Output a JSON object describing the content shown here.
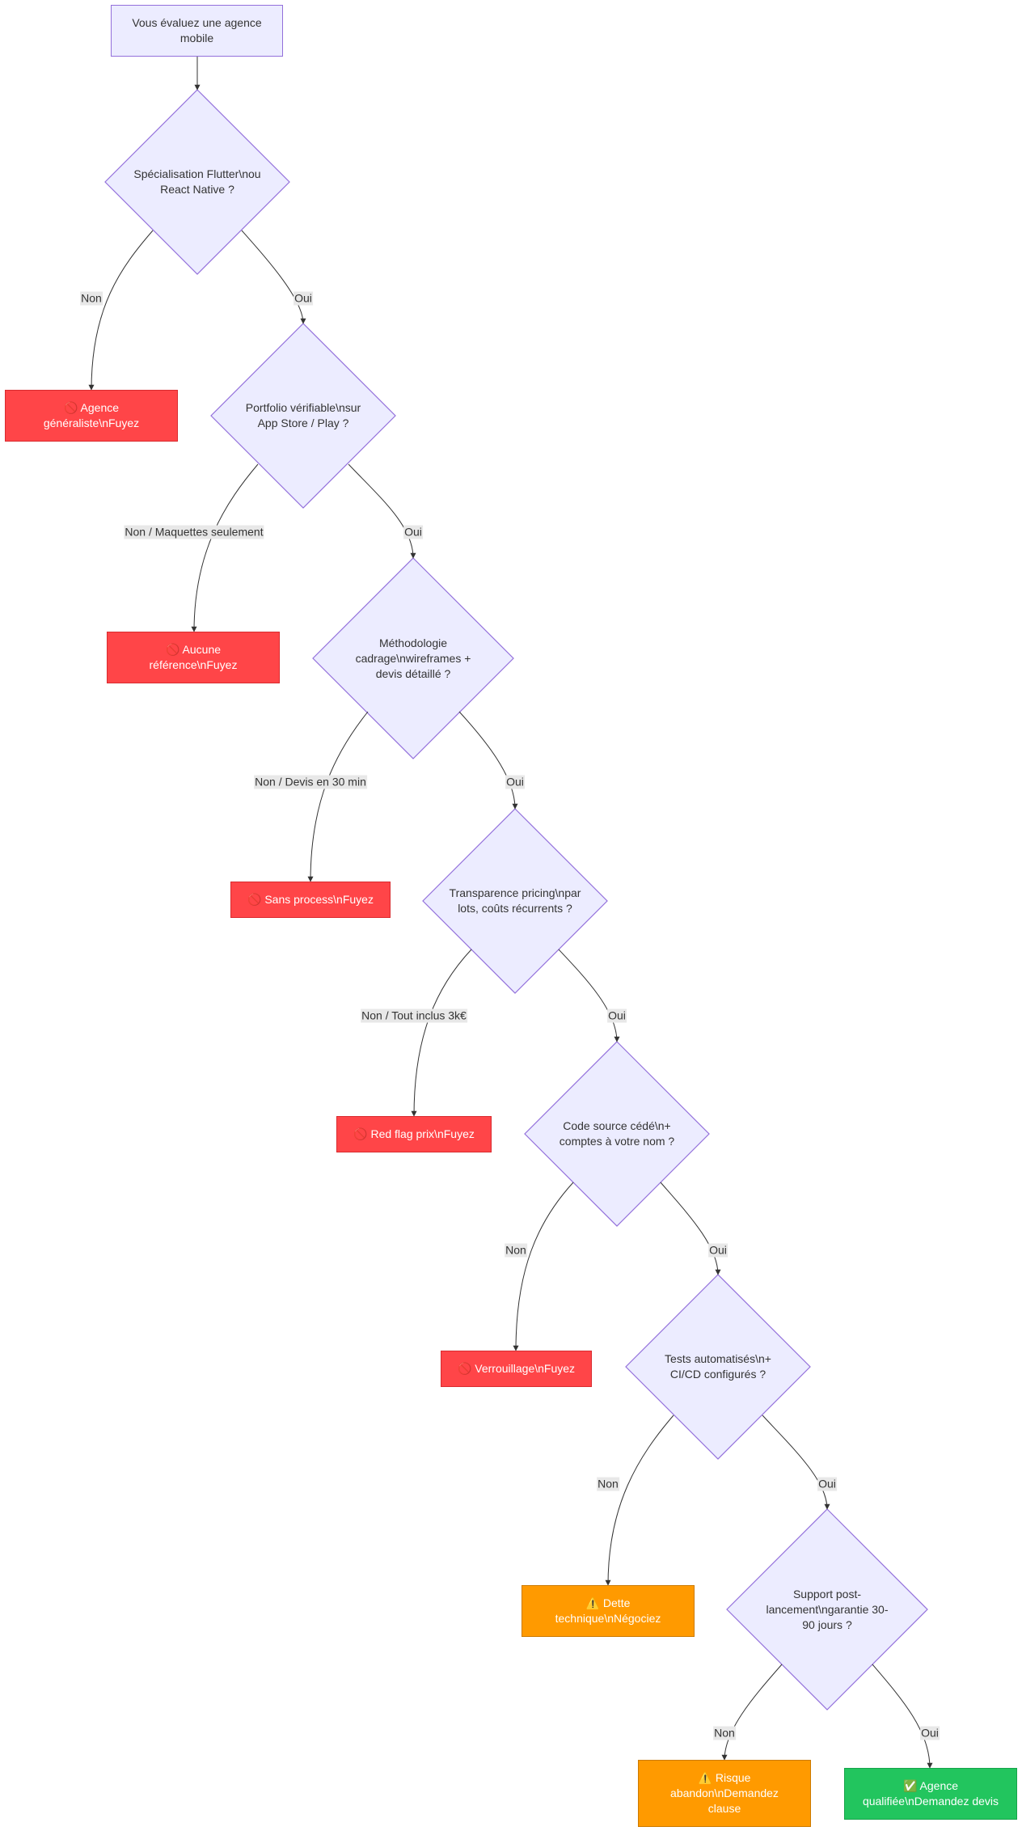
{
  "start": "Vous évaluez une agence mobile",
  "decisions": {
    "d1": "Spécialisation Flutter\\nou React Native ?",
    "d2": "Portfolio vérifiable\\nsur App Store / Play ?",
    "d3": "Méthodologie cadrage\\nwireframes + devis détaillé ?",
    "d4": "Transparence pricing\\npar lots, coûts récurrents ?",
    "d5": "Code source cédé\\n+ comptes à votre nom ?",
    "d6": "Tests automatisés\\n+ CI/CD configurés ?",
    "d7": "Support post-lancement\\ngarantie 30-90 jours ?"
  },
  "outcomes": {
    "o1": "🚫 Agence généraliste\\nFuyez",
    "o2": "🚫 Aucune référence\\nFuyez",
    "o3": "🚫 Sans process\\nFuyez",
    "o4": "🚫 Red flag prix\\nFuyez",
    "o5": "🚫 Verrouillage\\nFuyez",
    "o6": "⚠️ Dette technique\\nNégociez",
    "o7": "⚠️ Risque abandon\\nDemandez clause",
    "o8": "✅ Agence qualifiée\\nDemandez devis"
  },
  "edge_labels": {
    "e1_no": "Non",
    "e1_yes": "Oui",
    "e2_no": "Non / Maquettes seulement",
    "e2_yes": "Oui",
    "e3_no": "Non / Devis en 30 min",
    "e3_yes": "Oui",
    "e4_no": "Non / Tout inclus 3k€",
    "e4_yes": "Oui",
    "e5_no": "Non",
    "e5_yes": "Oui",
    "e6_no": "Non",
    "e6_yes": "Oui",
    "e7_no": "Non",
    "e7_yes": "Oui"
  },
  "colors": {
    "node_fill": "#ececff",
    "node_stroke": "#9370db",
    "red": "#ff4548",
    "orange": "#ff9a00",
    "green": "#22c55e",
    "edge": "#333333"
  }
}
